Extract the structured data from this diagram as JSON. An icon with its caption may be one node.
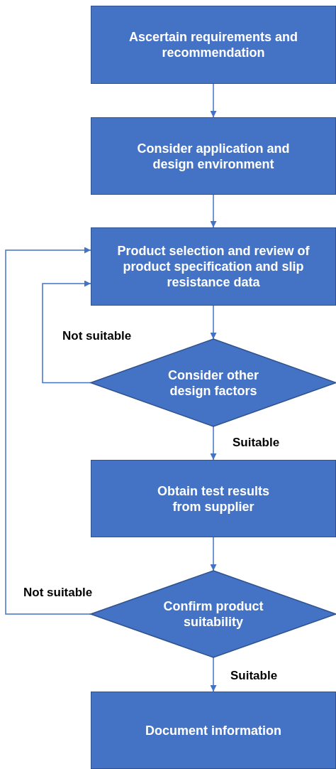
{
  "diagram": {
    "nodes": [
      {
        "text": [
          "Ascertain requirements and recommendation"
        ]
      },
      {
        "text": [
          "Consider application and design environment"
        ]
      },
      {
        "text": [
          "Product selection and review of product specification and slip resistance data"
        ]
      },
      {
        "text": [
          "Consider other design factors"
        ]
      },
      {
        "text": [
          "Obtain test results from supplier"
        ]
      },
      {
        "text": [
          "Confirm product suitability"
        ]
      },
      {
        "text": [
          "Document information"
        ]
      }
    ],
    "edges": [
      {
        "from": 0,
        "to": 1,
        "arrow": "to"
      },
      {
        "from": 1,
        "to": 2,
        "arrow": "to"
      },
      {
        "from": 2,
        "to": 3,
        "arrow": "to"
      },
      {
        "from": 3,
        "to": 4,
        "arrow": "to",
        "label": "Suitable"
      },
      {
        "from": 3,
        "to": 2,
        "arrow": "to",
        "label": "Not suitable"
      },
      {
        "from": 4,
        "to": 5,
        "arrow": "to"
      },
      {
        "from": 5,
        "to": 6,
        "arrow": "to",
        "label": "Suitable"
      },
      {
        "from": 5,
        "to": 2,
        "arrow": "to",
        "label": "Not suitable"
      }
    ]
  }
}
